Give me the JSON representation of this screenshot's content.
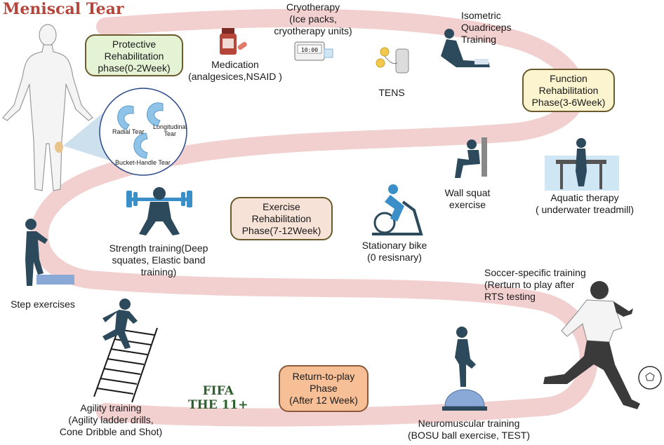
{
  "title": "Meniscal Tear",
  "tear_types": {
    "radial": "Radial Tear",
    "longitudinal": [
      "Longitudinal",
      "Tear"
    ],
    "bucket": "Bucket-Handle Tear"
  },
  "phases": {
    "protective": [
      "Protective",
      "Rehabilitation",
      "phase(0-2Week)"
    ],
    "function": [
      "Function",
      "Rehabilitation",
      "Phase(3-6Week)"
    ],
    "exercise": [
      "Exercise",
      "Rehabilitation",
      "Phase(7-12Week)"
    ],
    "return": [
      "Return-to-play",
      "Phase",
      "(After 12 Week)"
    ]
  },
  "activities": {
    "medication": [
      "Medication",
      "(analgesices,NSAID )"
    ],
    "cryotherapy": [
      "Cryotherapy",
      "(Ice packs,",
      "cryotherapy units)"
    ],
    "timer_display": "10:00",
    "tens": "TENS",
    "isometric": [
      "Isometric",
      "Quadriceps",
      "Training"
    ],
    "wall_squat": [
      "Wall squat",
      "exercise"
    ],
    "aquatic": [
      "Aquatic therapy",
      "( underwater treadmill)"
    ],
    "stationary_bike": [
      "Stationary bike",
      "(0 resisnary)"
    ],
    "strength": [
      "Strength training(Deep",
      "squates, Elastic band",
      "training)"
    ],
    "step": "Step exercises",
    "agility": [
      "Agility training",
      "(Agility ladder drills,",
      "Cone Dribble and Shot)"
    ],
    "neuromuscular": [
      "Neuromuscular training",
      "(BOSU ball exercise, TEST)"
    ],
    "soccer": [
      "Soccer-specific training",
      "(Rerturn to play after",
      "RTS testing"
    ]
  },
  "fifa": [
    "FIFA",
    "THE 11+"
  ],
  "colors": {
    "path": "#f2d0d0",
    "title": "#b5453a",
    "phase_green": "#e4f3d4",
    "phase_yellow": "#fbf4cf",
    "phase_peach": "#f7e2d8",
    "phase_orange": "#f6bf96",
    "figure_dark": "#2c4a5c",
    "figure_blue": "#3a8fc8",
    "meniscus": "#8fc4e8",
    "fifa_green": "#2e5f2e"
  }
}
